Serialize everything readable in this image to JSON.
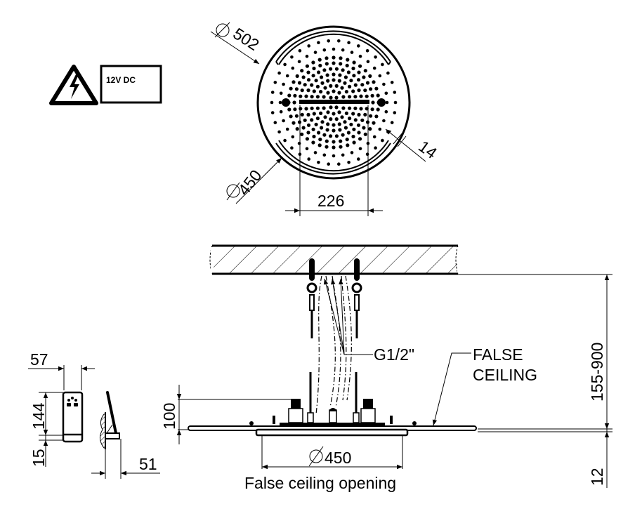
{
  "warning": {
    "voltage_label": "12V DC",
    "icon": "electrical-hazard-icon"
  },
  "top_view": {
    "outer_diameter": "502",
    "inner_diameter": "450",
    "nozzle_spacing": "226",
    "rim_width": "14",
    "diameter_symbol": "∅"
  },
  "side_view": {
    "pipe_thread": "G1/2\"",
    "false_ceiling_line1": "FALSE",
    "false_ceiling_line2": "CEILING",
    "height_range": "155-900",
    "panel_thickness": "12",
    "body_height": "100",
    "opening_diameter": "450",
    "opening_label": "False ceiling opening"
  },
  "controller": {
    "width": "57",
    "height": "144",
    "base_height": "15",
    "depth": "51"
  }
}
